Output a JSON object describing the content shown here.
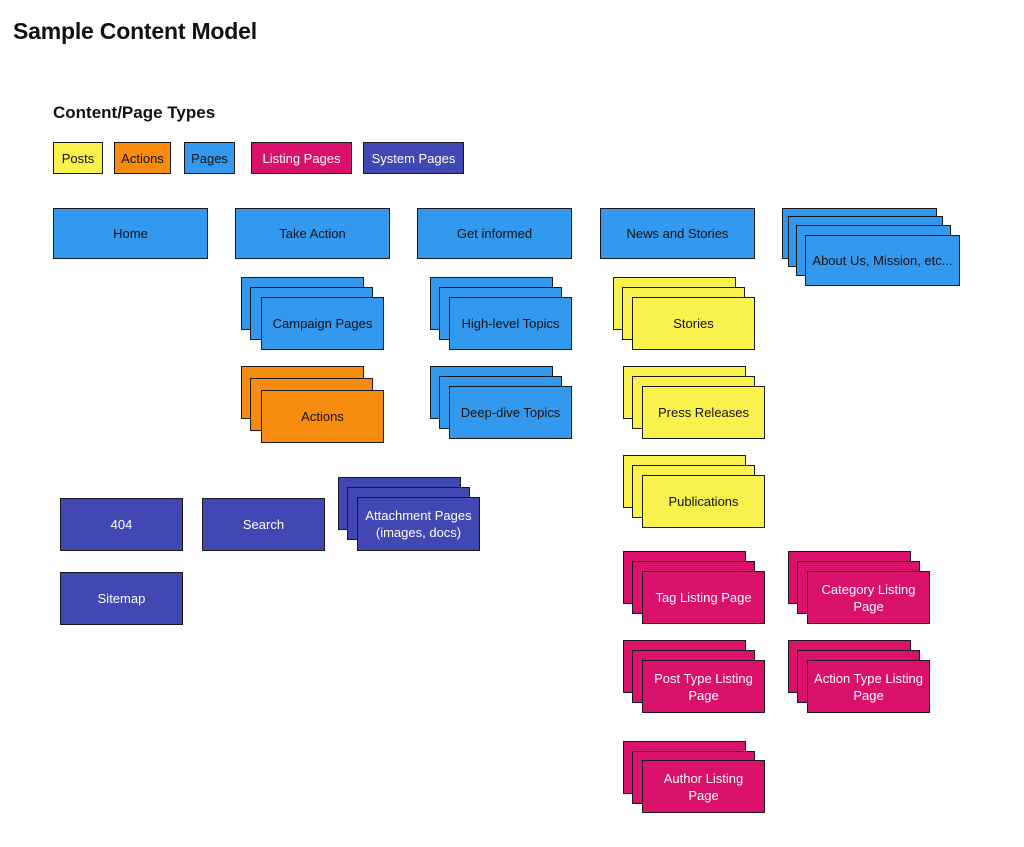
{
  "header": {
    "title": "Sample Content Model",
    "subtitle": "Content/Page Types"
  },
  "colors": {
    "posts": "#f9f24d",
    "actions": "#f78c0f",
    "pages": "#3399ee",
    "listing_pages": "#d9116a",
    "system_pages": "#4147b3"
  },
  "legend": [
    {
      "label": "Posts",
      "type": "posts"
    },
    {
      "label": "Actions",
      "type": "actions"
    },
    {
      "label": "Pages",
      "type": "pages"
    },
    {
      "label": "Listing Pages",
      "type": "listing"
    },
    {
      "label": "System Pages",
      "type": "system"
    }
  ],
  "nodes": {
    "home": "Home",
    "take_action": "Take Action",
    "get_informed": "Get informed",
    "news_and_stories": "News and Stories",
    "about_us": "About Us, Mission, etc...",
    "campaign_pages": "Campaign Pages",
    "actions": "Actions",
    "high_level_topics": "High-level Topics",
    "deep_dive_topics": "Deep-dive Topics",
    "stories": "Stories",
    "press_releases": "Press Releases",
    "publications": "Publications",
    "page_404": "404",
    "search": "Search",
    "attachment_pages": "Attachment Pages (images, docs)",
    "sitemap": "Sitemap",
    "tag_listing_page": "Tag Listing Page",
    "category_listing_page": "Category Listing Page",
    "post_type_listing_page": "Post Type Listing Page",
    "action_type_listing_page": "Action Type Listing Page",
    "author_listing_page": "Author Listing Page"
  }
}
